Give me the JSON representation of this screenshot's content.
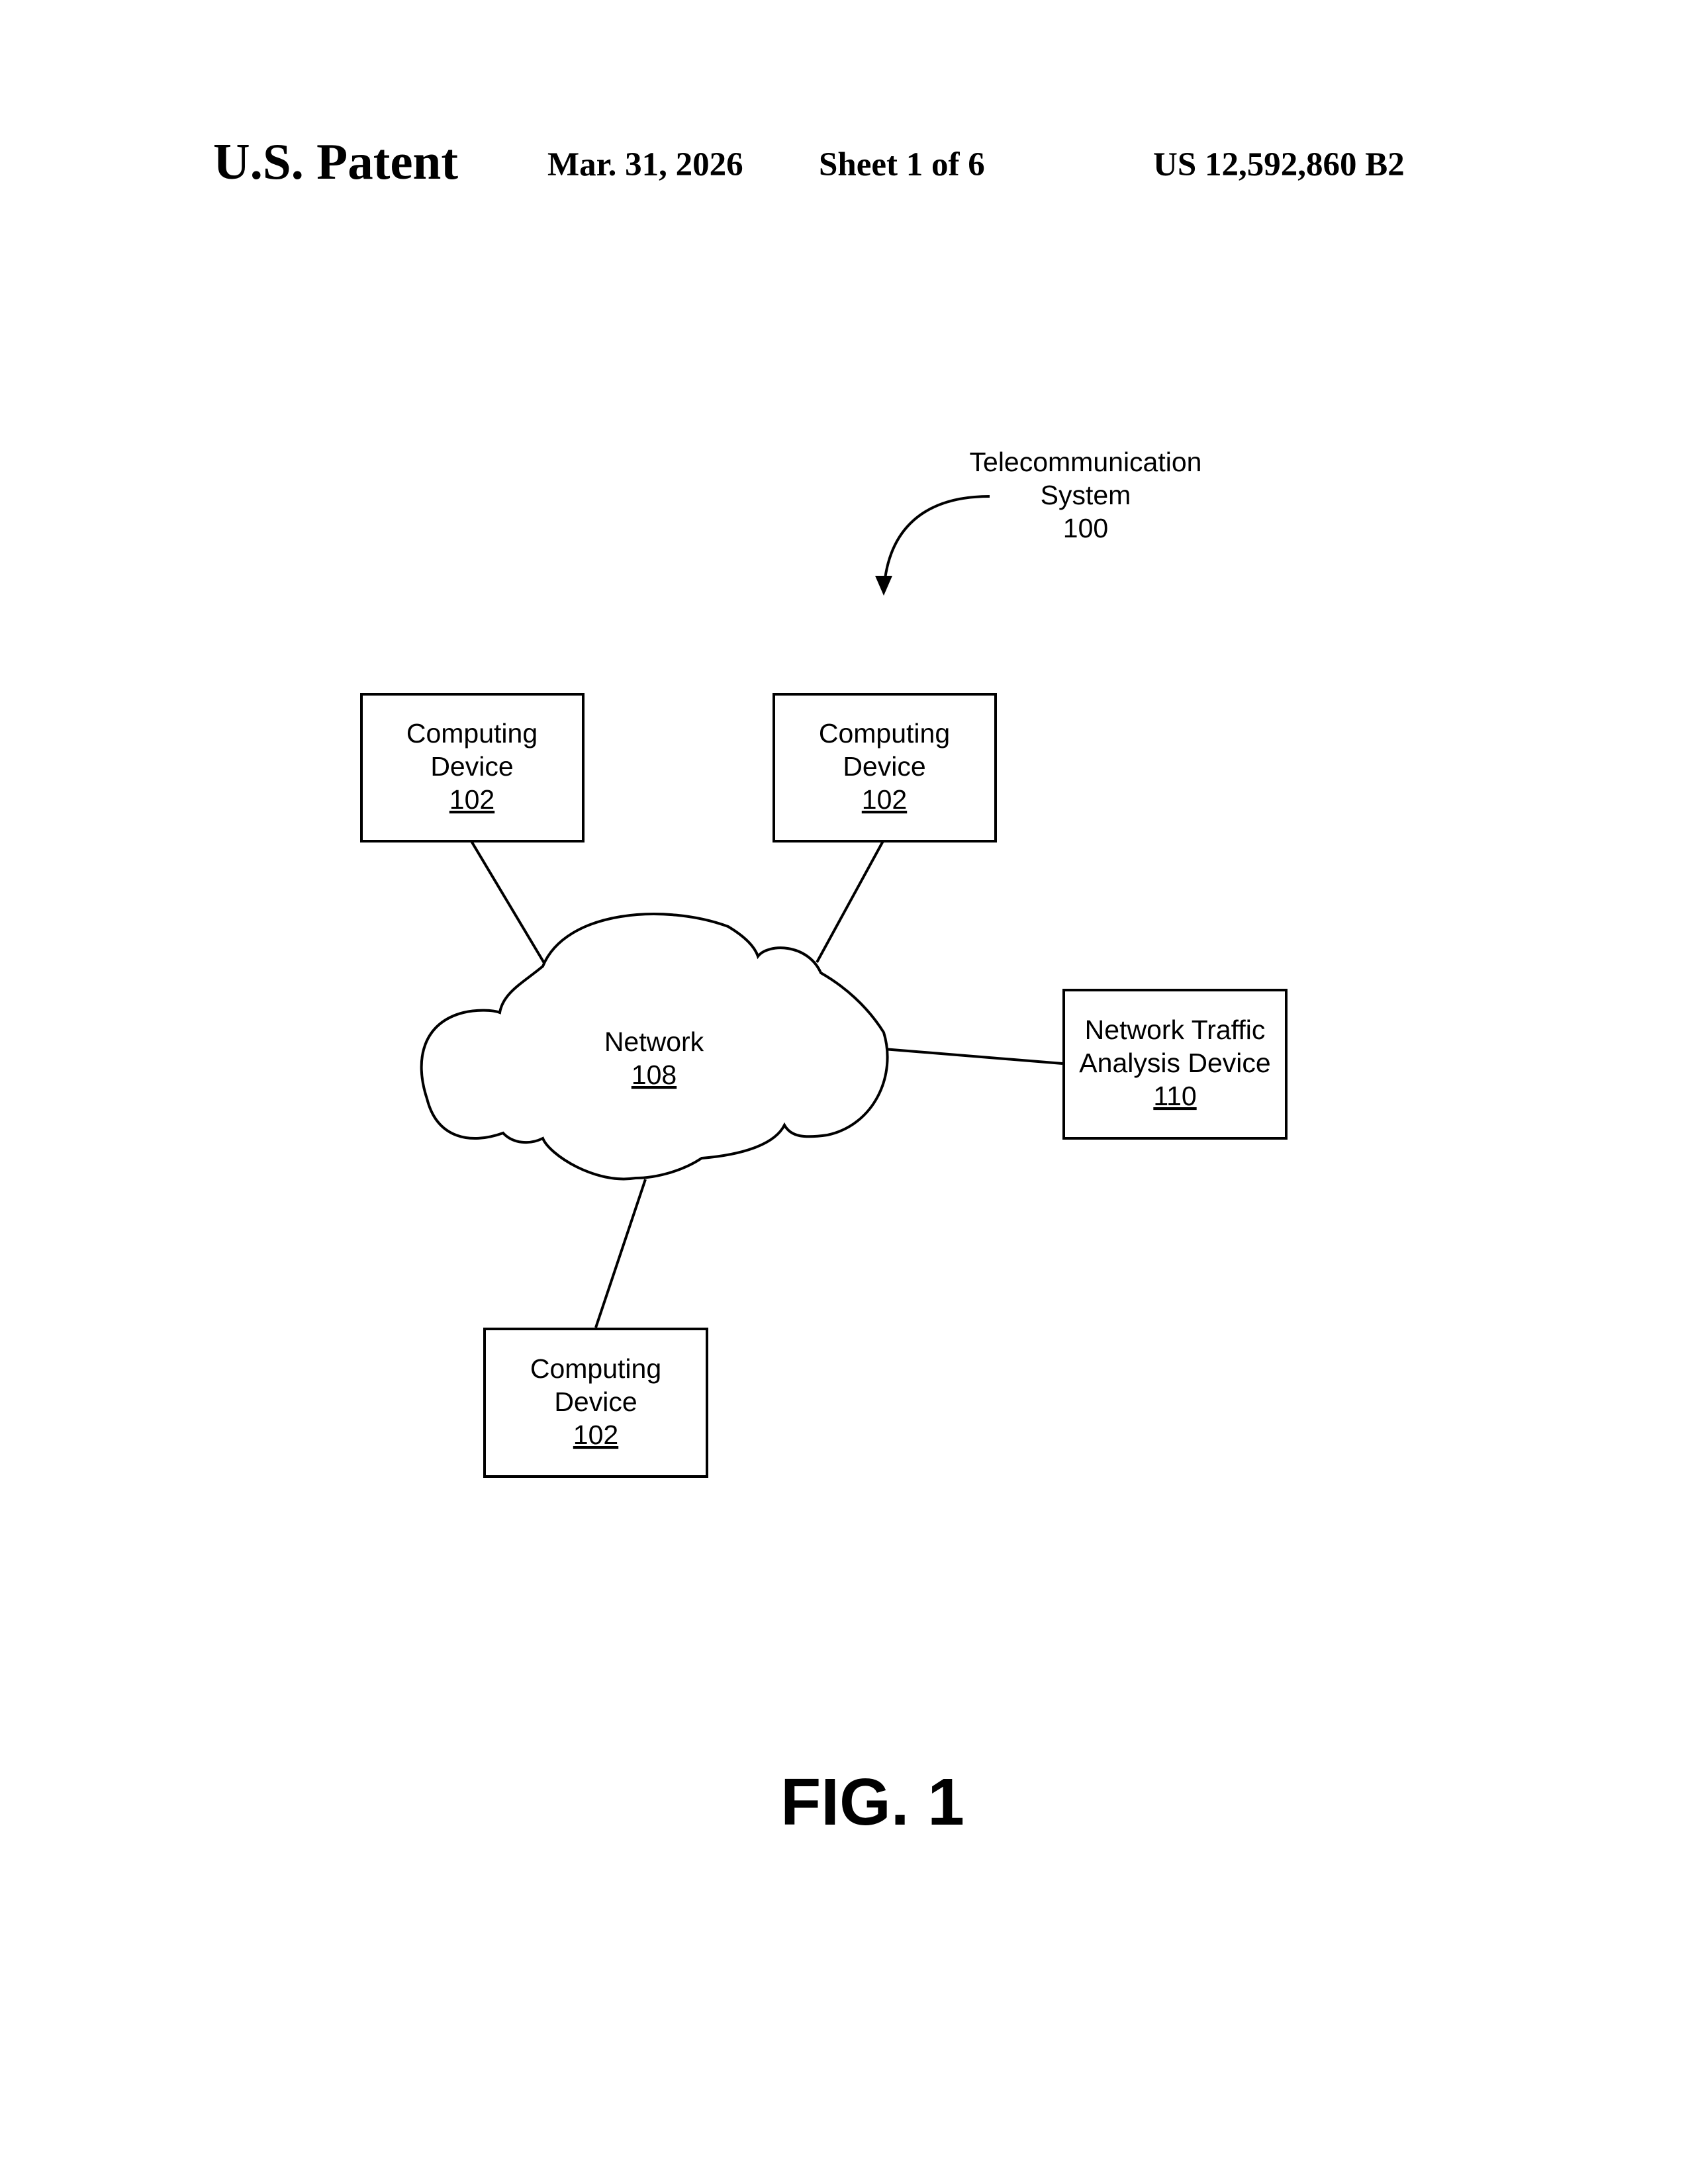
{
  "header": {
    "title": "U.S. Patent",
    "date": "Mar. 31, 2026",
    "sheet": "Sheet 1 of 6",
    "patent_number": "US 12,592,860 B2"
  },
  "system": {
    "label_line1": "Telecommunication",
    "label_line2": "System",
    "ref": "100"
  },
  "nodes": {
    "device_top_left": {
      "line1": "Computing",
      "line2": "Device",
      "ref": "102"
    },
    "device_top_right": {
      "line1": "Computing",
      "line2": "Device",
      "ref": "102"
    },
    "device_bottom": {
      "line1": "Computing",
      "line2": "Device",
      "ref": "102"
    },
    "network": {
      "label": "Network",
      "ref": "108"
    },
    "analysis": {
      "line1": "Network Traffic",
      "line2": "Analysis Device",
      "ref": "110"
    }
  },
  "figure_label": "FIG. 1"
}
